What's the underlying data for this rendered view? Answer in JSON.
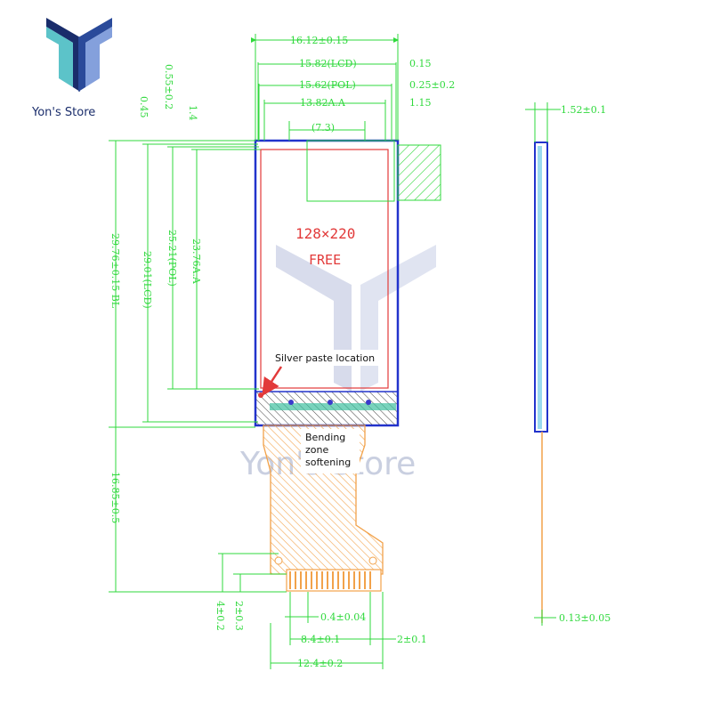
{
  "brand": {
    "name": "Yon's Store",
    "watermark_text": "Yon's Store"
  },
  "panel": {
    "resolution": "128×220",
    "status": "FREE"
  },
  "callouts": {
    "silver_paste": "Silver paste location",
    "bending_line1": "Bending",
    "bending_line2": "zone",
    "bending_line3": "softening"
  },
  "dimensions": {
    "outline_width": "16.12±0.15",
    "lcd_width": "15.82(LCD)",
    "lcd_offset": "0.15",
    "pol_width": "15.62(POL)",
    "pol_offset": "0.25±0.2",
    "aa_width": "13.82A.A",
    "aa_offset": "1.15",
    "ic_width": "(7.3)",
    "offset_055": "0.55±0.2",
    "offset_045": "0.45",
    "offset_14": "1.4",
    "height_bl": "29.76±0.15 BL",
    "height_lcd": "29.01(LCD)",
    "height_pol": "25.21(POL)",
    "height_aa": "23.76A.A",
    "thickness": "1.52±0.1",
    "fpc_length": "16.85±0.5",
    "pin_pitch": "0.4±0.04",
    "pin_span": "8.4±0.1",
    "pin_edge": "2±0.1",
    "fpc_width": "12.4±0.2",
    "hole_offset": "2±0.3",
    "tail_length": "4±0.2",
    "fpc_thickness": "0.13±0.05"
  },
  "colors": {
    "dimension": "#2fd93c",
    "outline": "#2233cc",
    "active_area": "#e23a3a",
    "fpc": "#f2a24a",
    "logo_dark": "#1a2d6b",
    "logo_teal": "#3fb8c0"
  }
}
